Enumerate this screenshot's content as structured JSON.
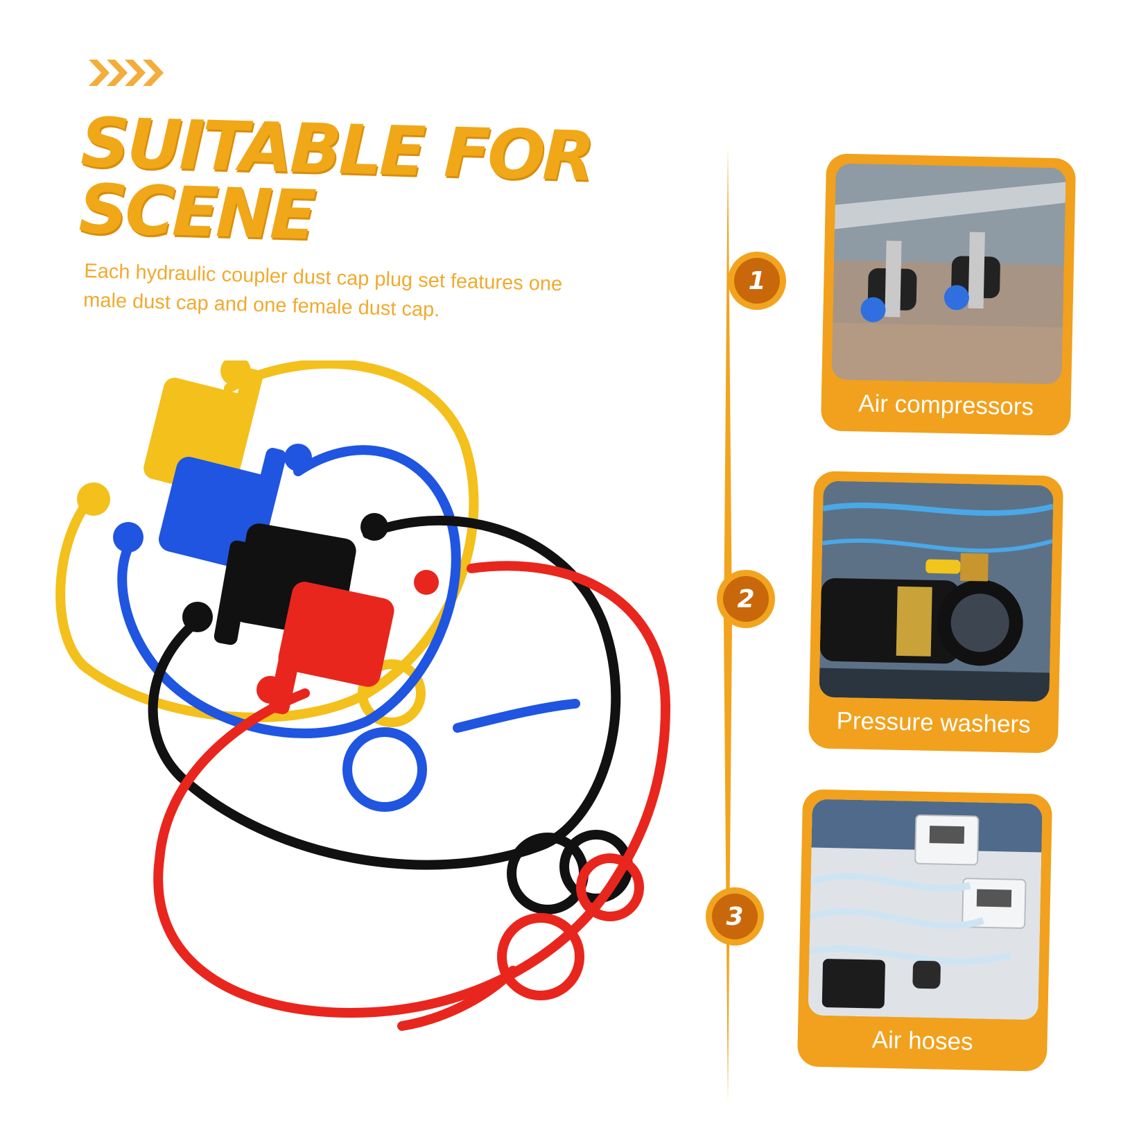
{
  "headline": {
    "line1": "SUITABLE FOR",
    "line2": "SCENE"
  },
  "description": {
    "line1": "Each hydraulic coupler dust cap plug set features one",
    "line2": "male dust cap and one female dust cap."
  },
  "scenes": [
    {
      "number": "1",
      "label": "Air compressors"
    },
    {
      "number": "2",
      "label": "Pressure washers"
    },
    {
      "number": "3",
      "label": "Air hoses"
    }
  ],
  "colors": {
    "accent": "#f0a818",
    "badge_inner": "#c9680b",
    "cap_yellow": "#f3c01c",
    "cap_blue": "#1f55e0",
    "cap_black": "#111111",
    "cap_red": "#e8261e"
  }
}
